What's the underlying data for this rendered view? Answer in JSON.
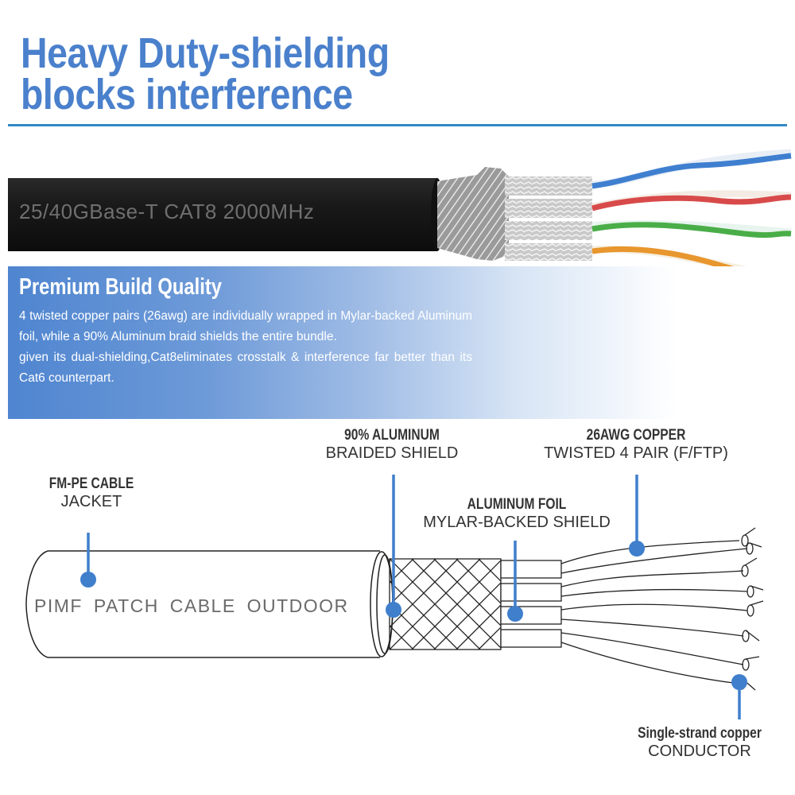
{
  "header": {
    "headline_line1": "Heavy Duty-shielding",
    "headline_line2": "blocks  interference",
    "accent_color": "#4a80cc",
    "divider_color": "#2f8ac4"
  },
  "cable_photo": {
    "jacket_print": "25/40GBase-T  CAT8  2000MHz",
    "pair_colors": [
      "#3f7fd0",
      "#d84a4a",
      "#4aae48",
      "#e8962e"
    ]
  },
  "banner": {
    "title": "Premium Build Quality",
    "paragraph1": "4 twisted copper pairs (26awg) are individually wrapped in Mylar-backed Aluminum foil, while a 90% Aluminum braid shields the entire bundle.",
    "paragraph2": "given its dual-shielding,Cat8eliminates crosstalk & interference far better than its Cat6 counterpart."
  },
  "diagram": {
    "jacket_print": "PIMF  PATCH  CABLE  OUTDOOR",
    "marker_color": "#3f7fcc",
    "labels": {
      "braid": {
        "bold": "90% ALUMINUM",
        "regular": "BRAIDED SHIELD"
      },
      "copper": {
        "bold": "26AWG COPPER",
        "regular": "TWISTED 4 PAIR (F/FTP)"
      },
      "jacket": {
        "bold": "FM-PE CABLE",
        "regular": "JACKET"
      },
      "foil": {
        "bold": "ALUMINUM FOIL",
        "regular": "MYLAR-BACKED SHIELD"
      },
      "conductor": {
        "bold": "Single-strand copper",
        "regular": "CONDUCTOR"
      }
    }
  }
}
